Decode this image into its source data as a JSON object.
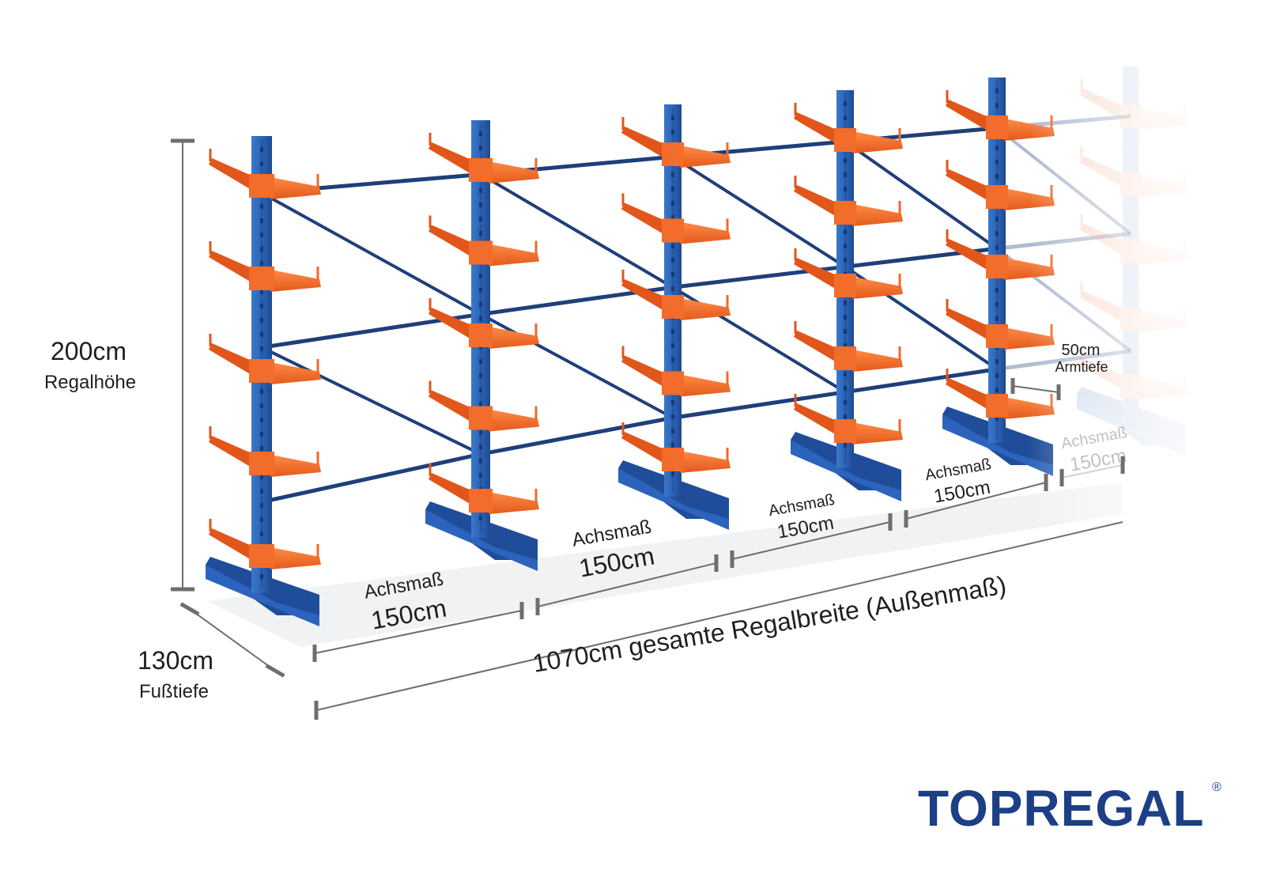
{
  "dimensions": {
    "height_value": "200cm",
    "height_label": "Regalhöhe",
    "foot_depth_value": "130cm",
    "foot_depth_label": "Fußtiefe",
    "arm_depth_value": "50cm",
    "arm_depth_label": "Armtiefe",
    "total_width": "1070cm gesamte Regalbreite  (Außenmaß)",
    "axis_label": "Achsmaß",
    "axis_value": "150cm"
  },
  "brand": {
    "logo_text": "TOPREGAL",
    "registered_mark": "®"
  },
  "colors": {
    "upright_blue": "#2a63b8",
    "arm_orange": "#f26d2b",
    "brace_navy": "#1f3f7a",
    "dimension_grey": "#6e6e6e",
    "logo_blue": "#1c3f86"
  },
  "icons": {
    "upright": "cantilever-upright",
    "arm": "cantilever-arm"
  }
}
